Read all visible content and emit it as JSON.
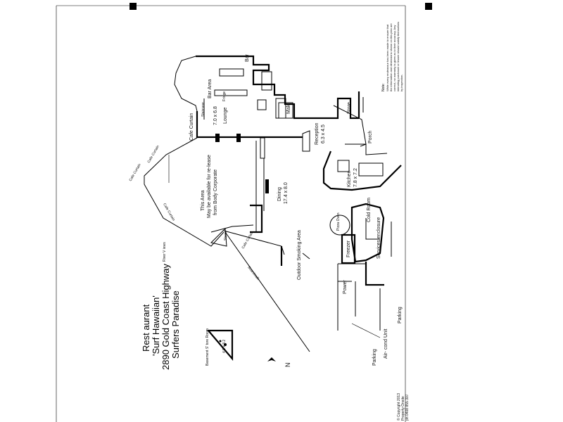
{
  "title": {
    "line1": "Rest aurant",
    "line2": "'Surf Hawaiian'",
    "line3": "2890 Gold Coast Highway",
    "line4": "Surfers Paradise"
  },
  "basement": {
    "label": "Basement S' tore Room",
    "size": "4.5 x 3.2"
  },
  "rooms": {
    "bar": "Bar",
    "bar_area": "Bar Area",
    "lounge": "Lounge",
    "lounge_size": "7.0 x 6.8",
    "male": "Male",
    "store": "Store",
    "reception": "Reception",
    "reception_size": "6.3 x 4.5",
    "porch": "Porch",
    "kitchen": "Kitchen",
    "kitchen_size": "7.8 x 7.2",
    "dining": "Dining",
    "dining_size": "17.4 x 8.0",
    "cold_room": "Cold Room",
    "freezer": "Freezer",
    "pizza_oven": "Pizza Oven",
    "services_enclosure": "Services enclosure",
    "outdoor_smoking": "Outdoor Smoking Area",
    "power": "Power",
    "air_cond": "Air- cond Unit",
    "parking_1": "Parking",
    "parking_2": "Parking",
    "this_area_line1": "This Area",
    "this_area_line2": "May be available for re-lease",
    "this_area_line3": "from Body Corporate",
    "river_view": "River V iews"
  },
  "curtains": {
    "cafe_curtain_1": "Cafe Curtain",
    "cafe_curtain_2": "Cafe Curtain",
    "cafe_curtain_3": "Cafe Curtain",
    "cafe_curtain_4": "Cafe Curtain",
    "cafe_curtain_5": "Cafe Curtain"
  },
  "small_labels": {
    "boardwalk": "Boardwalk",
    "staircase": "Staircase",
    "stairs": "Stairs",
    "fridge": "Fridge",
    "bar_fridge": "Fridge"
  },
  "north": "N",
  "note": {
    "heading": "Note:",
    "body": "While every endeavour has been made to ensure that the information and dimensions shown on this plan are correct, no warranty is given as to their accuracy. Any intending purchaser or lessee should satisfy themselves by inspection."
  },
  "copyright": {
    "line1": "© Copyright 2013",
    "line2": "Property Onsite",
    "line3": "ph 0408 855 307"
  }
}
